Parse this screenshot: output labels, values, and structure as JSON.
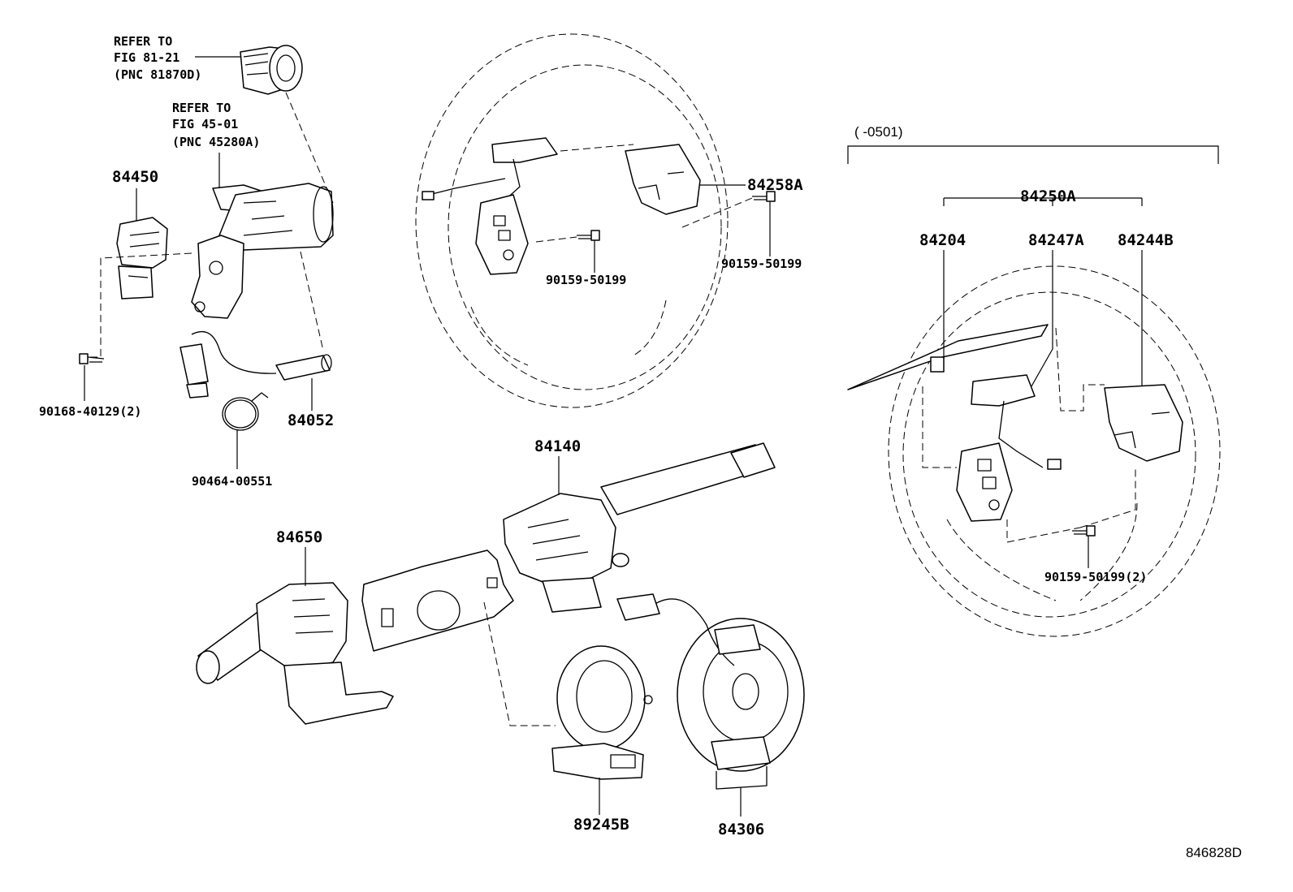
{
  "diagram_id": "846828D",
  "references": [
    {
      "lines": [
        "REFER TO",
        "FIG 81-21",
        "(PNC 81870D)"
      ]
    },
    {
      "lines": [
        "REFER TO",
        "FIG 45-01",
        "(PNC 45280A)"
      ]
    }
  ],
  "range_note": "(      -0501)",
  "parts": {
    "p84450": "84450",
    "p90168": "90168-40129(2)",
    "p84052": "84052",
    "p90464": "90464-00551",
    "p84258A": "84258A",
    "p90159a": "90159-50199",
    "p90159b": "90159-50199",
    "p84250A": "84250A",
    "p84204": "84204",
    "p84247A": "84247A",
    "p84244B": "84244B",
    "p90159c": "90159-50199(2)",
    "p84140": "84140",
    "p84650": "84650",
    "p89245B": "89245B",
    "p84306": "84306"
  }
}
